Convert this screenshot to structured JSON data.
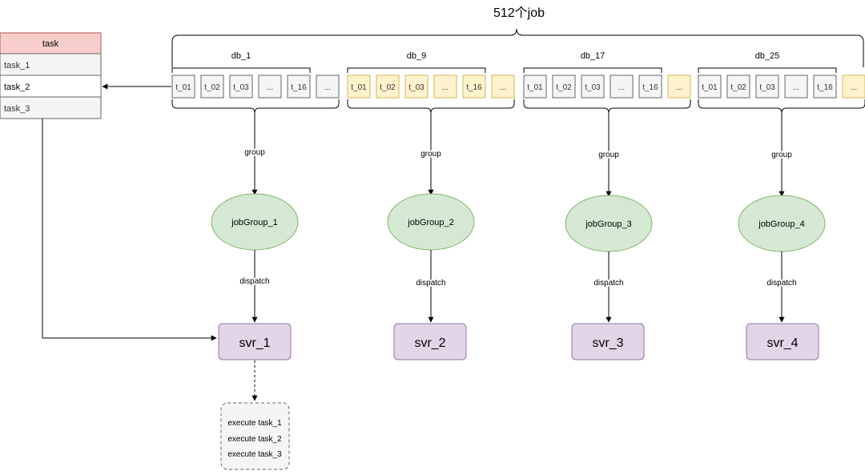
{
  "title": "512个job",
  "task_table": {
    "header": "task",
    "rows": [
      "task_1",
      "task_2",
      "task_3"
    ]
  },
  "groups": [
    {
      "db": "db_1",
      "tables": [
        "t_01",
        "t_02",
        "t_03",
        "...",
        "t_16"
      ],
      "tail": "...",
      "edge_label": "group",
      "job_group": "jobGroup_1",
      "dispatch_label": "dispatch",
      "server": "svr_1"
    },
    {
      "db": "db_9",
      "tables": [
        "t_01",
        "t_02",
        "t_03",
        "...",
        "t_16"
      ],
      "tail": "...",
      "edge_label": "group",
      "job_group": "jobGroup_2",
      "dispatch_label": "dispatch",
      "server": "svr_2"
    },
    {
      "db": "db_17",
      "tables": [
        "t_01",
        "t_02",
        "t_03",
        "...",
        "t_16"
      ],
      "tail": "...",
      "edge_label": "group",
      "job_group": "jobGroup_3",
      "dispatch_label": "dispatch",
      "server": "svr_3"
    },
    {
      "db": "db_25",
      "tables": [
        "t_01",
        "t_02",
        "t_03",
        "...",
        "t_16"
      ],
      "tail": "...",
      "edge_label": "group",
      "job_group": "jobGroup_4",
      "dispatch_label": "dispatch",
      "server": "svr_4"
    }
  ],
  "execute_box": [
    "execute task_1",
    "execute task_2",
    "execute task_3"
  ],
  "colors": {
    "table_gray_fill": "#f5f5f5",
    "table_gray_stroke": "#666666",
    "table_yellow_fill": "#fff2cc",
    "table_yellow_stroke": "#d6b656",
    "jobgroup_fill": "#d5e8d4",
    "jobgroup_stroke": "#82b366",
    "server_fill": "#e1d5e7",
    "server_stroke": "#9673a6",
    "task_header_fill": "#f8cecc",
    "task_header_stroke": "#b85450"
  }
}
